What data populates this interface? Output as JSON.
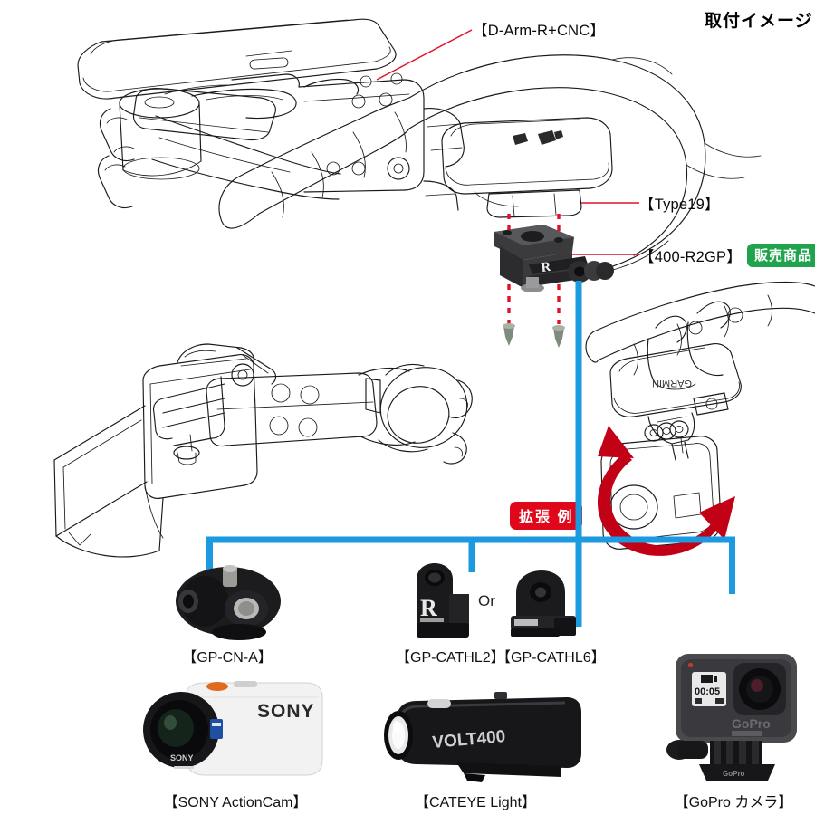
{
  "page": {
    "title_jp": "取付イメージ",
    "background": "#ffffff"
  },
  "colors": {
    "leader_red": "#e0122a",
    "badge_green": "#1fa34c",
    "badge_red": "#e1071b",
    "connector_blue": "#1b9ae0",
    "rotation_arrow_red": "#c20016",
    "line_black": "#1a1a1a"
  },
  "callouts": [
    {
      "id": "d-arm",
      "label": "【D-Arm-R+CNC】",
      "badge": null
    },
    {
      "id": "type19",
      "label": "【Type19】",
      "badge": null
    },
    {
      "id": "400-r2gp",
      "label": "【400-R2GP】",
      "badge": "販売商品"
    }
  ],
  "expansion": {
    "badge_label": "拡張 例",
    "or_label": "Or",
    "accessories": [
      {
        "id": "gp-cn-a",
        "label": "【GP-CN-A】"
      },
      {
        "id": "gp-cathl2",
        "label": "【GP-CATHL2】"
      },
      {
        "id": "gp-cathl6",
        "label": "【GP-CATHL6】"
      }
    ],
    "devices": [
      {
        "id": "sony",
        "label": "【SONY ActionCam】",
        "brand": "SONY",
        "sub": "SONY"
      },
      {
        "id": "cateye",
        "label": "【CATEYE Light】",
        "brand": "VOLT400"
      },
      {
        "id": "gopro",
        "label": "【GoPro カメラ】",
        "brand": "GoPro",
        "screen": "00:05"
      }
    ]
  },
  "drawing": {
    "garmin_text": "GARMIN",
    "r_logo": "R"
  }
}
